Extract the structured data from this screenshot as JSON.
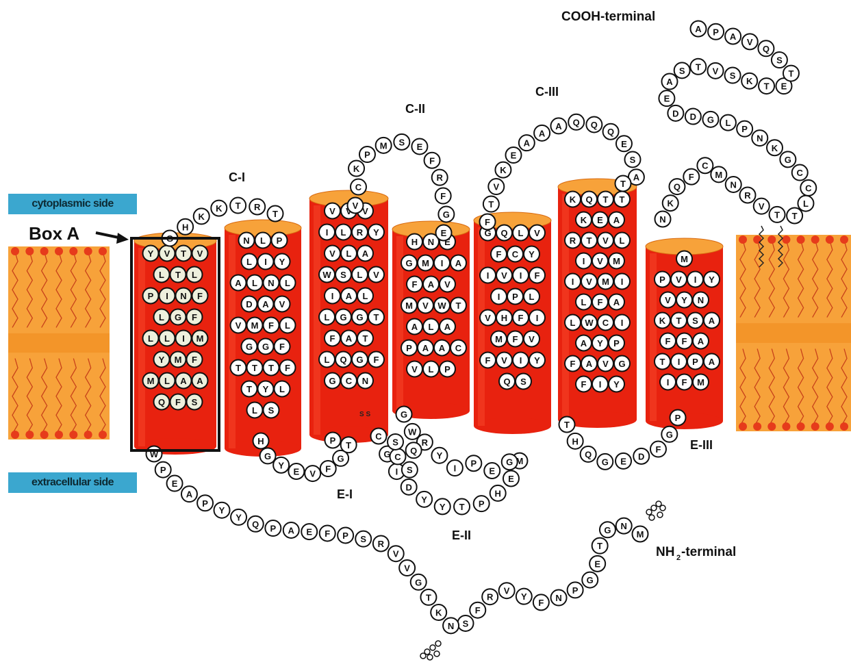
{
  "labels": {
    "cytoplasmic": "cytoplasmic side",
    "extracellular": "extracellular side",
    "box_a": "Box A",
    "cooh": "COOH-terminal",
    "nh2": "NH",
    "nh2_sub": "2",
    "nh2_rest": "-terminal",
    "loops": {
      "c1": "C-I",
      "c2": "C-II",
      "c3": "C-III",
      "e1": "E-I",
      "e2": "E-II",
      "e3": "E-III"
    },
    "disulfide": "S S"
  },
  "colors": {
    "membrane_orange": "#f7a23a",
    "membrane_dark": "#f08a1c",
    "lipid_head": "#e63b1b",
    "cylinder_red": "#e8220f",
    "cylinder_top": "#f7a23a",
    "label_blue": "#3ba7cf"
  },
  "helices": [
    {
      "id": "tm1",
      "rows": [
        [
          "Y",
          "V",
          "T",
          "V"
        ],
        [
          "L",
          "T",
          "L"
        ],
        [
          "P",
          "I",
          "N",
          "F"
        ],
        [
          "L",
          "G",
          "F"
        ],
        [
          "L",
          "L",
          "I",
          "M"
        ],
        [
          "Y",
          "M",
          "F"
        ],
        [
          "M",
          "L",
          "A",
          "A"
        ],
        [
          "Q",
          "F",
          "S"
        ]
      ]
    },
    {
      "id": "tm2",
      "rows": [
        [
          "N",
          "L",
          "P"
        ],
        [
          "L",
          "I",
          "Y"
        ],
        [
          "A",
          "L",
          "N",
          "L"
        ],
        [
          "D",
          "A",
          "V"
        ],
        [
          "V",
          "M",
          "F",
          "L"
        ],
        [
          "G",
          "G",
          "F"
        ],
        [
          "T",
          "T",
          "T",
          "F"
        ],
        [
          "T",
          "Y",
          "L"
        ],
        [
          "L",
          "S"
        ]
      ]
    },
    {
      "id": "tm3",
      "rows": [
        [
          "V",
          "V",
          "V"
        ],
        [
          "I",
          "L",
          "R",
          "Y"
        ],
        [
          "V",
          "L",
          "A"
        ],
        [
          "W",
          "S",
          "L",
          "V"
        ],
        [
          "I",
          "A",
          "L"
        ],
        [
          "L",
          "G",
          "G",
          "T"
        ],
        [
          "F",
          "A",
          "T"
        ],
        [
          "L",
          "Q",
          "G",
          "F"
        ],
        [
          "G",
          "C",
          "N"
        ]
      ]
    },
    {
      "id": "tm4",
      "rows": [
        [
          "H",
          "N",
          "E"
        ],
        [
          "G",
          "M",
          "I",
          "A"
        ],
        [
          "F",
          "A",
          "V"
        ],
        [
          "M",
          "V",
          "W",
          "T"
        ],
        [
          "A",
          "L",
          "A"
        ],
        [
          "P",
          "A",
          "A",
          "C"
        ],
        [
          "V",
          "L",
          "P"
        ]
      ]
    },
    {
      "id": "tm5",
      "rows": [
        [
          "G",
          "Q",
          "L",
          "V"
        ],
        [
          "F",
          "C",
          "Y"
        ],
        [
          "I",
          "V",
          "I",
          "F"
        ],
        [
          "I",
          "P",
          "L"
        ],
        [
          "V",
          "H",
          "F",
          "I"
        ],
        [
          "M",
          "F",
          "V"
        ],
        [
          "F",
          "V",
          "I",
          "Y"
        ],
        [
          "Q",
          "S"
        ]
      ]
    },
    {
      "id": "tm6",
      "rows": [
        [
          "K",
          "Q",
          "T",
          "T"
        ],
        [
          "K",
          "E",
          "A"
        ],
        [
          "R",
          "T",
          "V",
          "L"
        ],
        [
          "I",
          "V",
          "M"
        ],
        [
          "I",
          "V",
          "M",
          "I"
        ],
        [
          "L",
          "F",
          "A"
        ],
        [
          "L",
          "W",
          "C",
          "I"
        ],
        [
          "A",
          "Y",
          "P"
        ],
        [
          "F",
          "A",
          "V",
          "G"
        ],
        [
          "F",
          "I",
          "Y"
        ]
      ]
    },
    {
      "id": "tm7",
      "rows": [
        [
          "M"
        ],
        [
          "P",
          "V",
          "I",
          "Y"
        ],
        [
          "V",
          "Y",
          "N"
        ],
        [
          "K",
          "T",
          "S",
          "A"
        ],
        [
          "F",
          "F",
          "A"
        ],
        [
          "T",
          "I",
          "P",
          "A"
        ],
        [
          "I",
          "F",
          "M"
        ]
      ]
    }
  ],
  "loop_sequences": {
    "n_terminal": [
      "M",
      "N",
      "G",
      "T",
      "E",
      "G",
      "P",
      "N",
      "F",
      "Y",
      "V",
      "R",
      "F",
      "S",
      "N",
      "K",
      "T",
      "G",
      "V",
      "V",
      "R",
      "S",
      "P",
      "F",
      "E",
      "A",
      "P",
      "Q",
      "Y",
      "Y",
      "P",
      "A",
      "E",
      "P",
      "W"
    ],
    "c1": [
      "G",
      "H",
      "K",
      "K",
      "T",
      "R",
      "T"
    ],
    "e1": [
      "H",
      "G",
      "Y",
      "E",
      "V",
      "F",
      "G",
      "T",
      "P"
    ],
    "c2": [
      "V",
      "C",
      "K",
      "P",
      "M",
      "S",
      "E",
      "F",
      "R",
      "F",
      "G",
      "E"
    ],
    "e2": [
      "C",
      "G",
      "I",
      "D",
      "Y",
      "Y",
      "T",
      "P",
      "H",
      "E",
      "M",
      "G",
      "E",
      "P",
      "I",
      "Y",
      "R",
      "Q",
      "S",
      "C",
      "S",
      "W",
      "G"
    ],
    "c3": [
      "F",
      "T",
      "V",
      "K",
      "E",
      "A",
      "A",
      "A",
      "Q",
      "Q",
      "Q",
      "E",
      "S",
      "A",
      "T"
    ],
    "e3": [
      "T",
      "H",
      "Q",
      "G",
      "E",
      "D",
      "F",
      "G",
      "P"
    ],
    "c_terminal": [
      "N",
      "K",
      "Q",
      "F",
      "C",
      "M",
      "N",
      "R",
      "V",
      "T",
      "T",
      "L",
      "C",
      "C",
      "G",
      "K",
      "N",
      "P",
      "L",
      "G",
      "D",
      "D",
      "E",
      "A",
      "S",
      "T",
      "V",
      "S",
      "K",
      "T",
      "E",
      "T",
      "S",
      "Q",
      "V",
      "A",
      "P",
      "A"
    ]
  }
}
